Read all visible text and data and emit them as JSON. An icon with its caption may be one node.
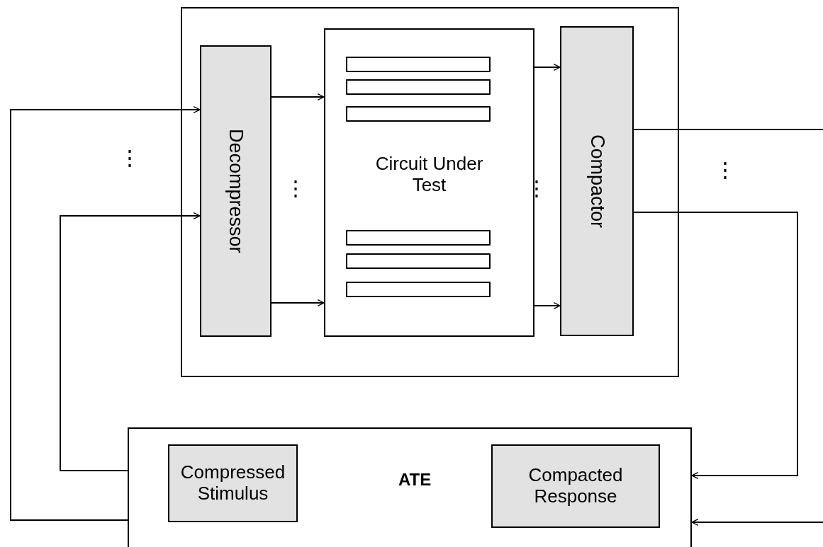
{
  "diagram": {
    "nodes": [
      {
        "text": [],
        "shape": "box"
      },
      {
        "text": [
          "Decompressor"
        ],
        "in": 0
      },
      {
        "text": [
          "Circuit Under Test"
        ],
        "in": 0
      },
      {
        "text": [],
        "shape": "bar",
        "in": 2
      },
      {
        "text": [],
        "shape": "bar",
        "in": 2
      },
      {
        "text": [],
        "shape": "bar",
        "in": 2
      },
      {
        "text": [],
        "shape": "bar",
        "in": 2
      },
      {
        "text": [],
        "shape": "bar",
        "in": 2
      },
      {
        "text": [],
        "shape": "bar",
        "in": 2
      },
      {
        "text": [
          "Compactor"
        ],
        "in": 0
      },
      {
        "text": [
          "ATE"
        ]
      },
      {
        "text": [
          "Compressed Stimulus"
        ],
        "in": 10
      },
      {
        "text": [
          "Compacted Response"
        ],
        "in": 10
      }
    ],
    "edges": [
      {
        "from": 10,
        "to": 1,
        "arrow": "to"
      },
      {
        "from": 10,
        "to": 1,
        "arrow": "to"
      },
      {
        "from": 1,
        "to": 2,
        "arrow": "to"
      },
      {
        "from": 1,
        "to": 2,
        "arrow": "to"
      },
      {
        "from": 2,
        "to": 9,
        "arrow": "to"
      },
      {
        "from": 2,
        "to": 9,
        "arrow": "to"
      },
      {
        "from": 9,
        "to": null,
        "arrow": "none"
      },
      {
        "from": 9,
        "to": 10,
        "arrow": "to"
      },
      {
        "from": null,
        "to": 10,
        "arrow": "to"
      }
    ],
    "labels": [
      "⋮",
      "⋮",
      "⋮",
      "⋮"
    ]
  }
}
